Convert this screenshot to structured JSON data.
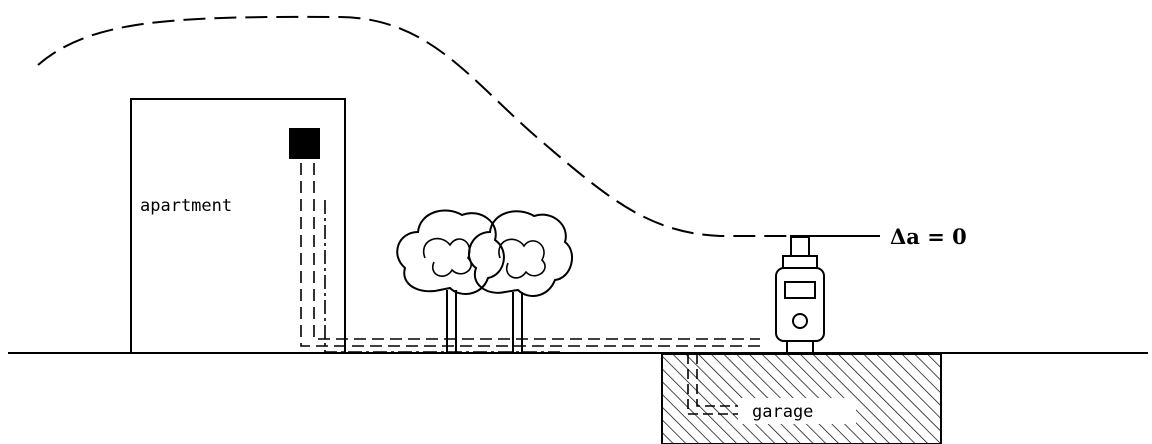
{
  "labels": {
    "apartment": "apartment",
    "garage": "garage",
    "delta": "Δa = 0"
  }
}
